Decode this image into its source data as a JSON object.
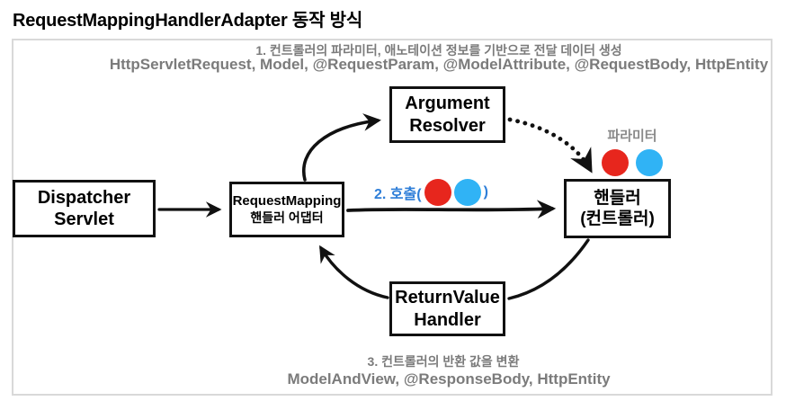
{
  "page": {
    "title": "RequestMappingHandlerAdapter 동작 방식"
  },
  "annotations": {
    "step1": "1. 컨트롤러의 파라미터, 애노테이션 정보를 기반으로 전달 데이터 생성",
    "step1_types": "HttpServletRequest, Model, @RequestParam, @ModelAttribute, @RequestBody, HttpEntity",
    "step2_prefix": "2. 호출(",
    "step2_suffix": ")",
    "step3": "3. 컨트롤러의 반환 값을 변환",
    "step3_types": "ModelAndView, @ResponseBody, HttpEntity",
    "param_label": "파라미터"
  },
  "nodes": {
    "dispatcher_servlet": {
      "line1": "Dispatcher",
      "line2": "Servlet"
    },
    "request_mapping_adapter": {
      "line1": "RequestMapping",
      "line2": "핸들러 어댑터"
    },
    "argument_resolver": {
      "line1": "Argument",
      "line2": "Resolver"
    },
    "handler": {
      "line1": "핸들러",
      "line2": "(컨트롤러)"
    },
    "return_value_handler": {
      "line1": "ReturnValue",
      "line2": "Handler"
    }
  },
  "colors": {
    "param_red": "#e7261d",
    "param_blue": "#30b3f5",
    "call_text_blue": "#2e7ed8",
    "annotation_gray": "#7b7b7b",
    "param_label_gray": "#8a8a8a",
    "box_border_black": "#111111",
    "frame_border_gray": "#d9d9d9"
  }
}
